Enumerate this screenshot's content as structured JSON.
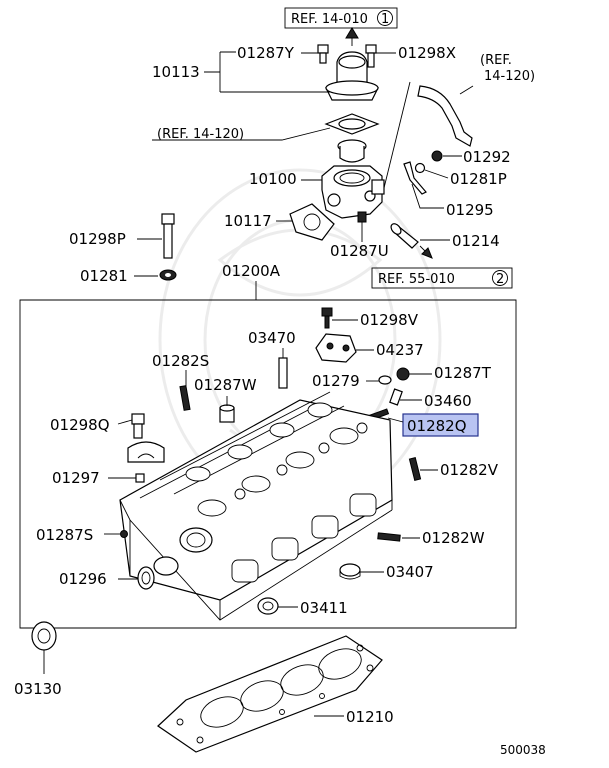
{
  "refs": {
    "ref1": "REF. 14-010",
    "ref1_num": "1",
    "ref_side_top": "(REF.",
    "ref_side_bottom": "14-120)",
    "ref_mid": "(REF. 14-120)",
    "ref2": "REF. 55-010",
    "ref2_num": "2"
  },
  "parts": {
    "p01287Y": "01287Y",
    "p01298X": "01298X",
    "p10113": "10113",
    "p01292": "01292",
    "p01281P": "01281P",
    "p10100": "10100",
    "p01295": "01295",
    "p10117": "10117",
    "p01214": "01214",
    "p01287U": "01287U",
    "p01298P": "01298P",
    "p01281": "01281",
    "p01200A": "01200A",
    "p01298V": "01298V",
    "p03470": "03470",
    "p04237": "04237",
    "p01282S": "01282S",
    "p01279": "01279",
    "p01287T": "01287T",
    "p01287W": "01287W",
    "p03460": "03460",
    "p01298Q": "01298Q",
    "p01282Q": "01282Q",
    "p01282V": "01282V",
    "p01297": "01297",
    "p01287S": "01287S",
    "p01282W": "01282W",
    "p01296": "01296",
    "p03407": "03407",
    "p03411": "03411",
    "p03130": "03130",
    "p01210": "01210"
  },
  "diagram_id": "500038",
  "colors": {
    "highlight_fill": "#b9c4f2",
    "highlight_stroke": "#27348f"
  }
}
